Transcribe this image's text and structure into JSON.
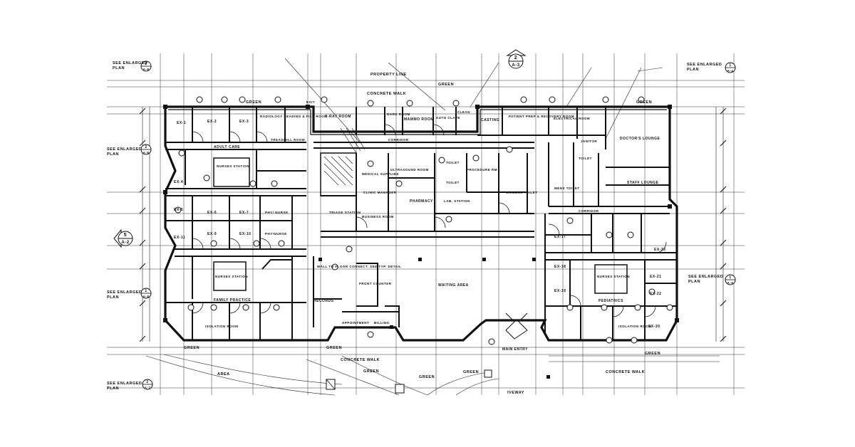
{
  "drawing": {
    "room_labels": {
      "ex_1": "EX-1",
      "ex_2": "EX-2",
      "ex_3": "EX-3",
      "ex_4": "EX-4",
      "ex_5": "EX-5",
      "ex_6": "EX-6",
      "ex_7": "EX-7",
      "ex_9": "EX-9",
      "ex_10": "EX-10",
      "ex_11": "EX-11",
      "ex_17": "EX-17",
      "ex_18": "EX-18",
      "ex_19": "EX-19",
      "ex_20": "EX-20",
      "ex_21": "EX-21",
      "ex_22": "EX-22",
      "ex_23": "EX-23",
      "radiology": "RADIOLOGY READING & FILE ROOM",
      "xray": "X-RAY ROOM",
      "darkroom": "DARK ROOM",
      "mammo": "MAMMO ROOM",
      "autoclave": "AUTO CLAVE",
      "casting": "CASTING",
      "patient_prep": "PATIENT PREP & RECOVERY ROOM",
      "electrical": "ELECTRICAL ROOM",
      "doctors_lounge": "DOCTOR'S LOUNGE",
      "staff_lounge": "STAFF LOUNGE",
      "adult_care": "ADULT CARE",
      "treadmill": "TREADMILL ROOM",
      "nurses_station_1": "NURSES STATION",
      "nurses_station_2": "NURSES STATION",
      "nurses_station_3": "NURSES STATION",
      "family_practice": "FAMILY PRACTICE",
      "pediatrics": "PEDIATRICS",
      "ultrasound": "ULTRASOUND ROOM",
      "medical_supplies": "MEDICAL SUPPLIES",
      "procedure": "PROCEDURE RM",
      "pharmacy": "PHARMACY",
      "lab_station": "LAB. STATION",
      "clinic_manager": "CLINIC MANAGER",
      "business_room": "BUSINESS ROOM",
      "triage": "TRIAGE STATION",
      "waiting_area": "WAITING AREA",
      "front_counter": "FRONT COUNTER",
      "records": "RECORDS",
      "appointment": "APPOINTMENT",
      "billing": "BILLING",
      "isolation_1": "ISOLATION ROOM",
      "isolation_2": "ISOLATION ROOM",
      "corridor_1": "CORRIDOR",
      "corridor_2": "CORRIDOR",
      "toilet_1": "TOILET",
      "toilet_2": "TOILET",
      "toilet_3": "TOILET",
      "mens_toilet": "MENS TOILET",
      "womens_toilet": "WOMENS TOILET",
      "main_entry": "MAIN ENTRY",
      "janitor": "JANITOR",
      "clean": "CLEAN",
      "exit": "EXIT",
      "physician": "PHY/ NURSE",
      "pay_nurse": "PHY/NURSE"
    },
    "site_labels": {
      "green_top": "GREEN",
      "green_left_top": "GREEN",
      "green_right_top": "GREEN",
      "green_bottom_left": "GREEN",
      "green_bottom_mid": "GREEN",
      "green_bottom_right": "GREEN",
      "green_walk_a": "GREEN",
      "green_walk_b": "GREEN",
      "green_walk_c": "GREEN",
      "concrete_walk_top": "CONCRETE WALK",
      "concrete_walk_bottom_a": "CONCRETE WALK",
      "concrete_walk_bottom_b": "CONCRETE WALK",
      "property_line": "PROPERTY LINE",
      "area_left": "AREA",
      "driveway": "IVEWAY"
    },
    "callouts": {
      "see_enlarged_tl_1": "SEE ENLARGED",
      "see_enlarged_tl_2": "PLAN",
      "see_enlarged_ml_1": "SEE ENLARGED",
      "see_enlarged_ml_2": "PLAN",
      "see_enlarged_bl_1": "SEE ENLARGED",
      "see_enlarged_bl_2": "PLAN",
      "see_enlarged_bbl_1": "SEE ENLARGED",
      "see_enlarged_bbl_2": "PLAN",
      "see_enlarged_tr_1": "SEE ENLARGED",
      "see_enlarged_tr_2": "PLAN",
      "see_enlarged_br_1": "SEE ENLARGED",
      "see_enlarged_br_2": "PLAN",
      "wall_note": "WALL TO FLOOR CONNECT. SEE TYP. DETAIL",
      "bubble_top_num": "2",
      "bubble_top_sheet": "A-3",
      "bubble_left_num": "5",
      "bubble_left_sheet": "A-2",
      "bubble_tl_num": "2",
      "bubble_tl_sheet": "A-9",
      "bubble_ml_num": "2",
      "bubble_ml_sheet": "A-8",
      "bubble_bl_num": "1",
      "bubble_bl_sheet": "A-8",
      "bubble_bbl_num": "2",
      "bubble_bbl_sheet": "A-7",
      "bubble_tr_num": "1",
      "bubble_tr_sheet": "A-4",
      "bubble_br_num": "1",
      "bubble_br_sheet": "A-5"
    }
  }
}
